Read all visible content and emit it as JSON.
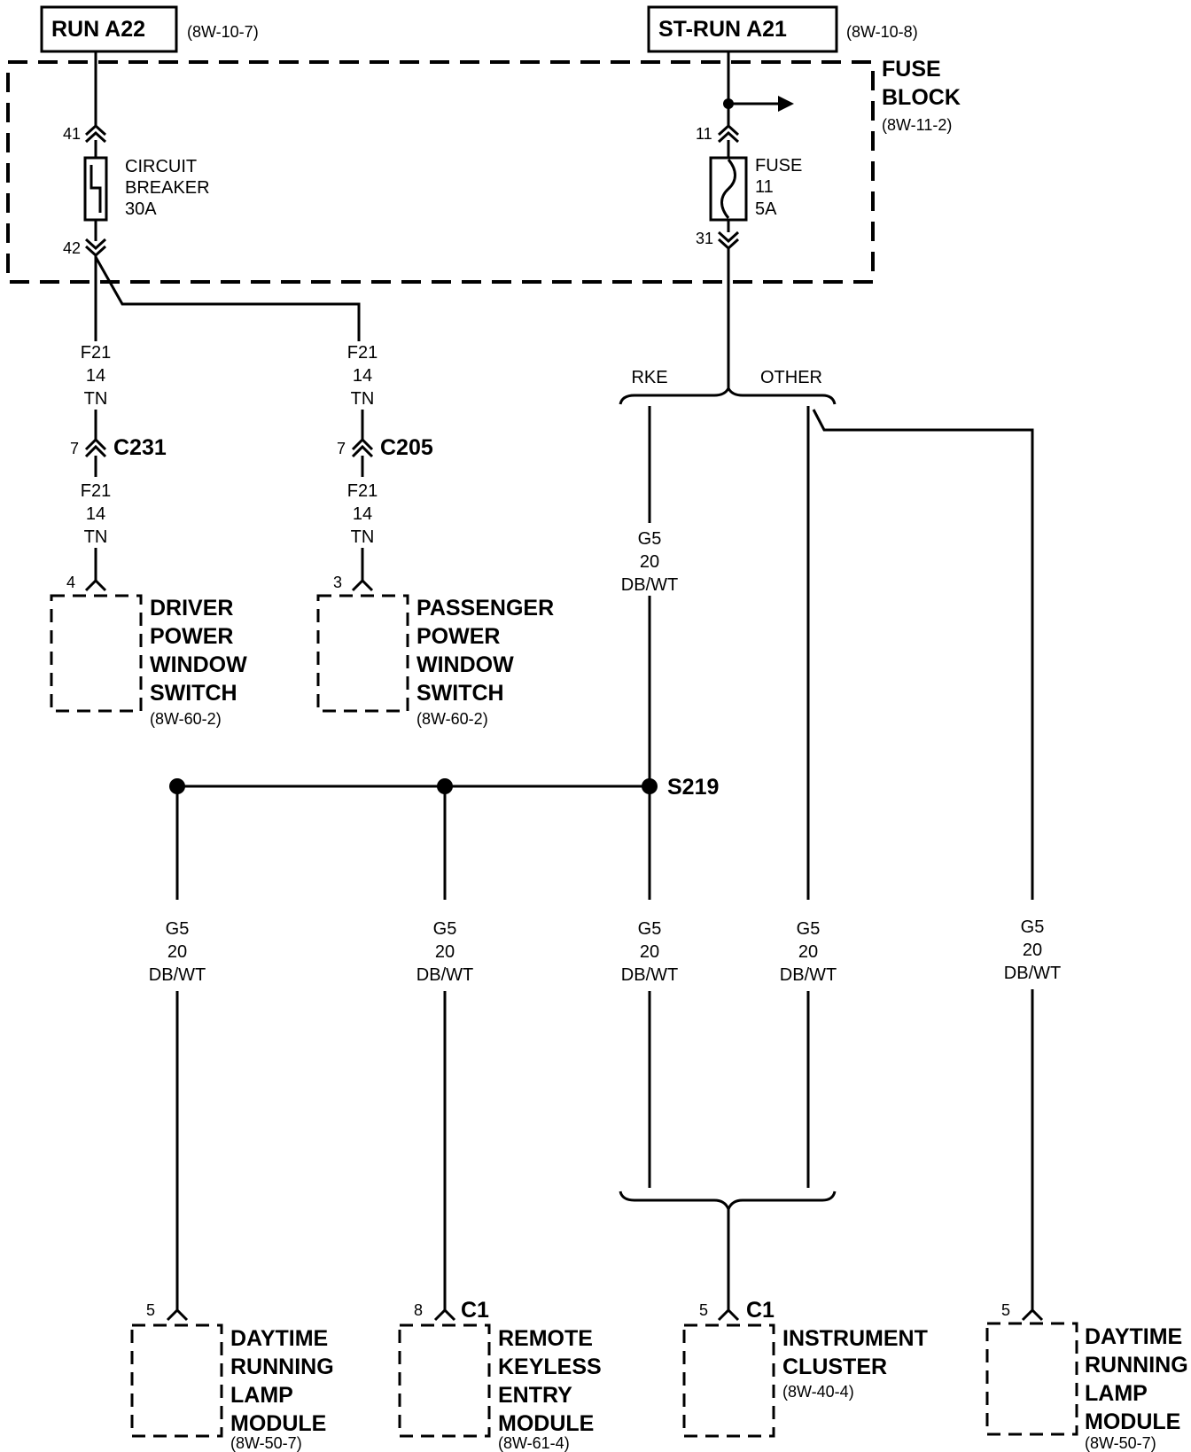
{
  "power_sources": {
    "run_a22": {
      "label": "RUN A22",
      "ref": "(8W-10-7)"
    },
    "st_run_a21": {
      "label": "ST-RUN A21",
      "ref": "(8W-10-8)"
    }
  },
  "fuse_block": {
    "title_line1": "FUSE",
    "title_line2": "BLOCK",
    "ref": "(8W-11-2)",
    "circuit_breaker": {
      "pin_in": "41",
      "pin_out": "42",
      "line1": "CIRCUIT",
      "line2": "BREAKER",
      "line3": "30A"
    },
    "fuse": {
      "pin_in": "11",
      "pin_out": "31",
      "line1": "FUSE",
      "line2": "11",
      "line3": "5A"
    }
  },
  "wires": {
    "f21": {
      "circuit": "F21",
      "gauge": "14",
      "color": "TN"
    },
    "g5": {
      "circuit": "G5",
      "gauge": "20",
      "color": "DB/WT"
    }
  },
  "connectors": {
    "c231": {
      "name": "C231",
      "pin": "7"
    },
    "c205": {
      "name": "C205",
      "pin": "7"
    }
  },
  "branches": {
    "rke": "RKE",
    "other": "OTHER"
  },
  "splice": {
    "name": "S219"
  },
  "components": {
    "driver_switch": {
      "pin": "4",
      "lines": [
        "DRIVER",
        "POWER",
        "WINDOW",
        "SWITCH"
      ],
      "ref": "(8W-60-2)"
    },
    "passenger_switch": {
      "pin": "3",
      "lines": [
        "PASSENGER",
        "POWER",
        "WINDOW",
        "SWITCH"
      ],
      "ref": "(8W-60-2)"
    },
    "drl_module_left": {
      "pin": "5",
      "lines": [
        "DAYTIME",
        "RUNNING",
        "LAMP",
        "MODULE"
      ],
      "ref": "(8W-50-7)"
    },
    "rke_module": {
      "pin": "8",
      "connector": "C1",
      "lines": [
        "REMOTE",
        "KEYLESS",
        "ENTRY",
        "MODULE"
      ],
      "ref": "(8W-61-4)"
    },
    "instrument_cluster": {
      "pin": "5",
      "connector": "C1",
      "lines": [
        "INSTRUMENT",
        "CLUSTER"
      ],
      "ref": "(8W-40-4)"
    },
    "drl_module_right": {
      "pin": "5",
      "lines": [
        "DAYTIME",
        "RUNNING",
        "LAMP",
        "MODULE"
      ],
      "ref": "(8W-50-7)"
    }
  }
}
